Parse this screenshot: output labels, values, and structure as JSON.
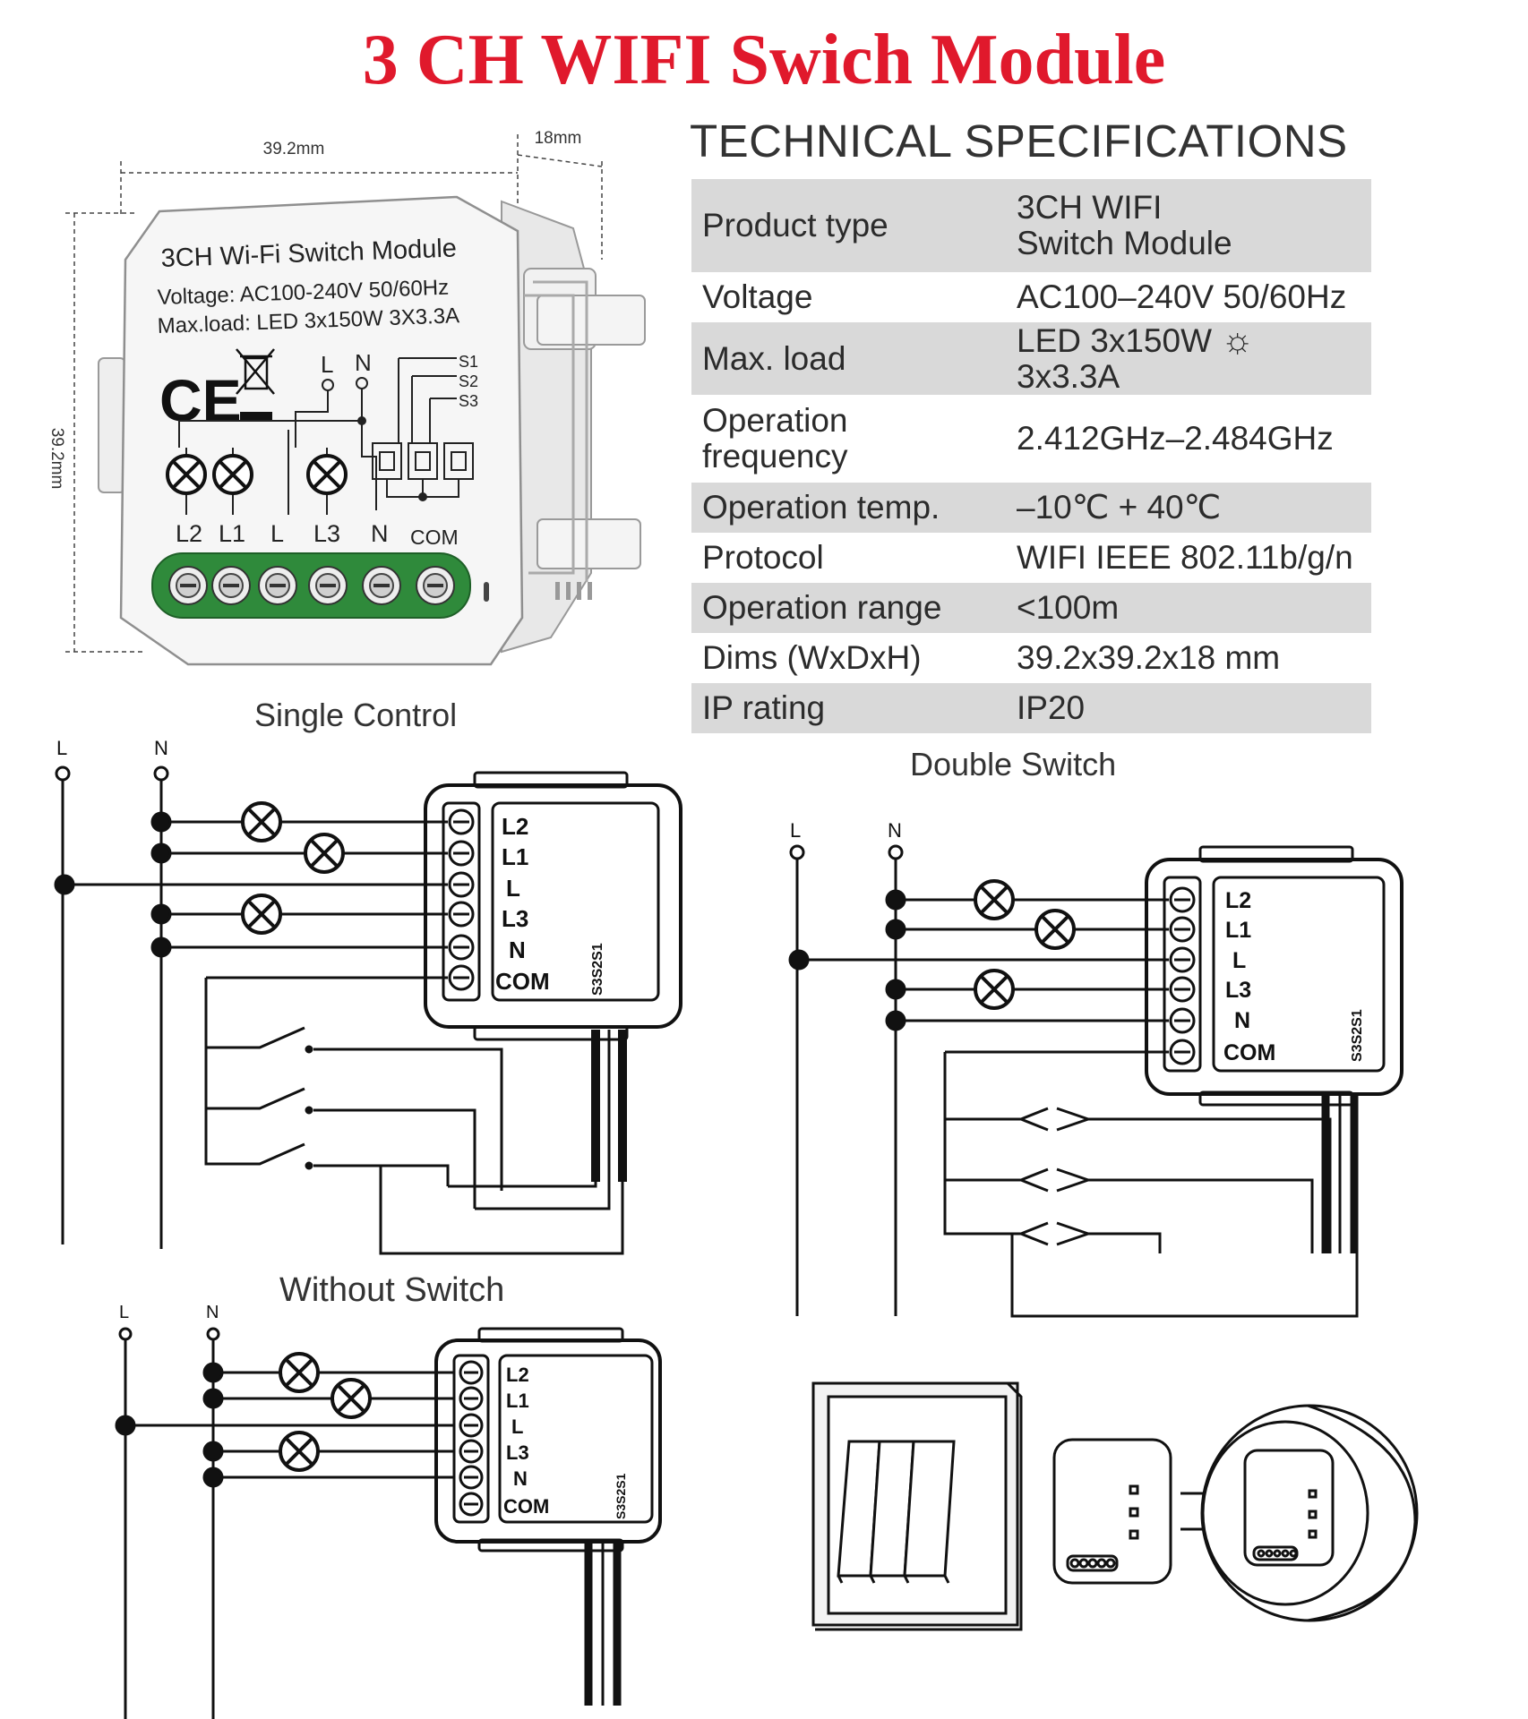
{
  "title": "3 CH WIFI Swich Module",
  "product": {
    "dim_width": "39.2mm",
    "dim_depth": "18mm",
    "dim_height": "39.2mm",
    "label_title": "3CH Wi-Fi Switch Module",
    "label_voltage": "Voltage: AC100-240V 50/60Hz",
    "label_maxload": "Max.load: LED 3x150W 3X3.3A",
    "terminal_labels": [
      "L2",
      "L1",
      "L",
      "L3",
      "N",
      "COM"
    ],
    "top_L": "L",
    "top_N": "N",
    "switch_labels": [
      "S1",
      "S2",
      "S3"
    ],
    "ce_mark": "CE"
  },
  "specs": {
    "heading": "TECHNICAL SPECIFICATIONS",
    "rows": [
      {
        "label": "Product type",
        "value": "3CH WIFI",
        "value2": "Switch Module"
      },
      {
        "label": "Voltage",
        "value": "AC100–240V 50/60Hz"
      },
      {
        "label": "Max. load",
        "value": "LED 3x150W",
        "value2": "3x3.3A"
      },
      {
        "label": "Operation",
        "label2": "frequency",
        "value": "2.412GHz–2.484GHz"
      },
      {
        "label": "Operation temp.",
        "value": "–10℃ + 40℃"
      },
      {
        "label": "Protocol",
        "value": "WIFI  IEEE 802.11b/g/n"
      },
      {
        "label": "Operation range",
        "value": "<100m"
      },
      {
        "label": "Dims (WxDxH)",
        "value": "39.2x39.2x18 mm"
      },
      {
        "label": "IP rating",
        "value": "IP20"
      }
    ]
  },
  "diagrams": {
    "single_control": "Single Control",
    "double_switch": "Double Switch",
    "without_switch": "Without Switch",
    "line_L": "L",
    "line_N": "N",
    "module_terminals": [
      "L2",
      "L1",
      "L",
      "L3",
      "N",
      "COM"
    ],
    "module_switch_text": "S3S2S1"
  }
}
